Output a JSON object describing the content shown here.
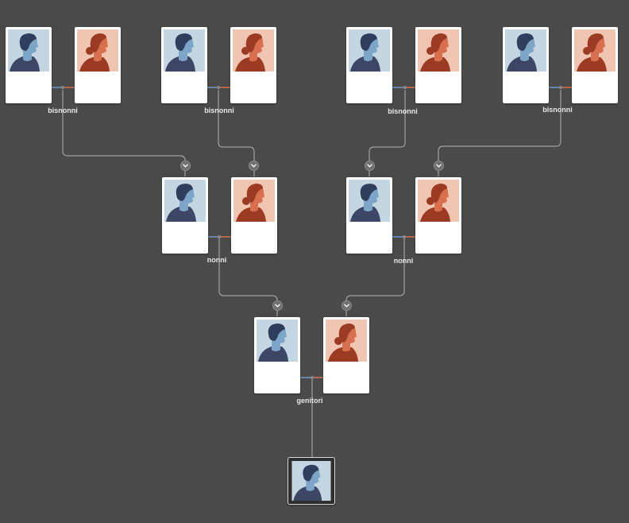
{
  "labels": {
    "great_grandparents": "bisnonni",
    "grandparents": "nonni",
    "parents": "genitori"
  },
  "colors": {
    "background": "#4a4a4a",
    "card": "#ffffff",
    "connector": "#a0a0a0",
    "link_male": "#6c9bc8",
    "link_female": "#d8704f",
    "male_bg": "#c4d6e2",
    "male_hair": "#2f3e5c",
    "male_skin": "#7da5c8",
    "male_body": "#3d4664",
    "female_bg": "#f0c6b2",
    "female_hair": "#9c3b24",
    "female_skin": "#d8704f",
    "female_body": "#9c3b24"
  },
  "icons": {
    "male": "male-avatar-icon",
    "female": "female-avatar-icon",
    "expand": "chevron-down-icon"
  },
  "tree": {
    "levels": [
      "bisnonni",
      "nonni",
      "genitori",
      "root"
    ],
    "couples": [
      {
        "level": "bisnonni",
        "label": "bisnonni",
        "members": [
          "male",
          "female"
        ]
      },
      {
        "level": "bisnonni",
        "label": "bisnonni",
        "members": [
          "male",
          "female"
        ]
      },
      {
        "level": "bisnonni",
        "label": "bisnonni",
        "members": [
          "male",
          "female"
        ]
      },
      {
        "level": "bisnonni",
        "label": "bisnonni",
        "members": [
          "male",
          "female"
        ]
      },
      {
        "level": "nonni",
        "label": "nonni",
        "members": [
          "male",
          "female"
        ]
      },
      {
        "level": "nonni",
        "label": "nonni",
        "members": [
          "male",
          "female"
        ]
      },
      {
        "level": "genitori",
        "label": "genitori",
        "members": [
          "male",
          "female"
        ]
      }
    ],
    "root": {
      "gender": "male",
      "selected": true
    }
  }
}
